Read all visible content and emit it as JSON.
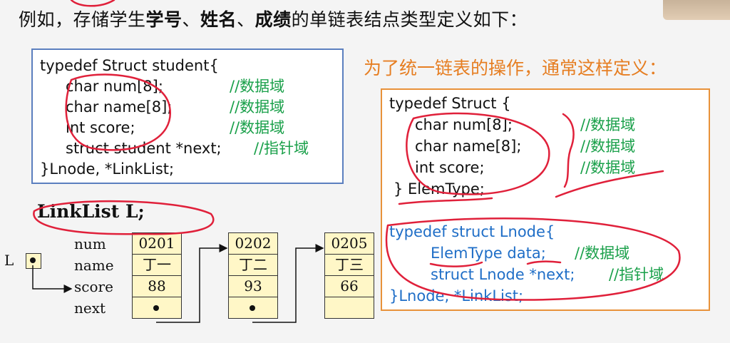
{
  "heading": {
    "prefix": "例如，存储学生",
    "b1": "学号",
    "sep1": "、",
    "b2": "姓名",
    "sep2": "、",
    "b3": "成绩",
    "suffix": "的单链表结点类型定义如下："
  },
  "box1": {
    "lines": [
      {
        "code": "typedef Struct student{",
        "comment": ""
      },
      {
        "code": "char num[8];",
        "comment": "//数据域"
      },
      {
        "code": "char name[8];",
        "comment": "//数据域"
      },
      {
        "code": "int score;",
        "comment": "//数据域"
      },
      {
        "code": "struct student *next;",
        "comment": "//指针域"
      },
      {
        "code": "}Lnode, *LinkList;",
        "comment": ""
      }
    ]
  },
  "right_title": "为了统一链表的操作，通常这样定义：",
  "box2": {
    "struct_lines": [
      {
        "code": "typedef Struct {",
        "comment": ""
      },
      {
        "code": "char num[8];",
        "comment": "//数据域"
      },
      {
        "code": "char name[8];",
        "comment": "//数据域"
      },
      {
        "code": "int score;",
        "comment": "//数据域"
      },
      {
        "code": "} ElemType;",
        "comment": ""
      }
    ],
    "node_lines": [
      {
        "code": "typedef  struct  Lnode{",
        "comment": ""
      },
      {
        "code": "ElemType   data;",
        "comment": "//数据域"
      },
      {
        "code": "struct   Lnode  *next;",
        "comment": "//指针域"
      },
      {
        "code": "}Lnode, *LinkList;",
        "comment": ""
      }
    ]
  },
  "linklist_decl": "LinkList  L;",
  "diagram": {
    "pointer_label": "L",
    "fields": [
      "num",
      "name",
      "score",
      "next"
    ],
    "nodes": [
      {
        "num": "0201",
        "name": "丁一",
        "score": "88"
      },
      {
        "num": "0202",
        "name": "丁二",
        "score": "93"
      },
      {
        "num": "0205",
        "name": "丁三",
        "score": "66"
      }
    ]
  },
  "colors": {
    "comment": "#1aa04a",
    "blue_code": "#1f6ec7",
    "orange": "#e67e22",
    "box1_border": "#5b7fbf",
    "box2_border": "#e8923a",
    "node_fill": "#fff7c7",
    "annotation": "#e0203a"
  }
}
